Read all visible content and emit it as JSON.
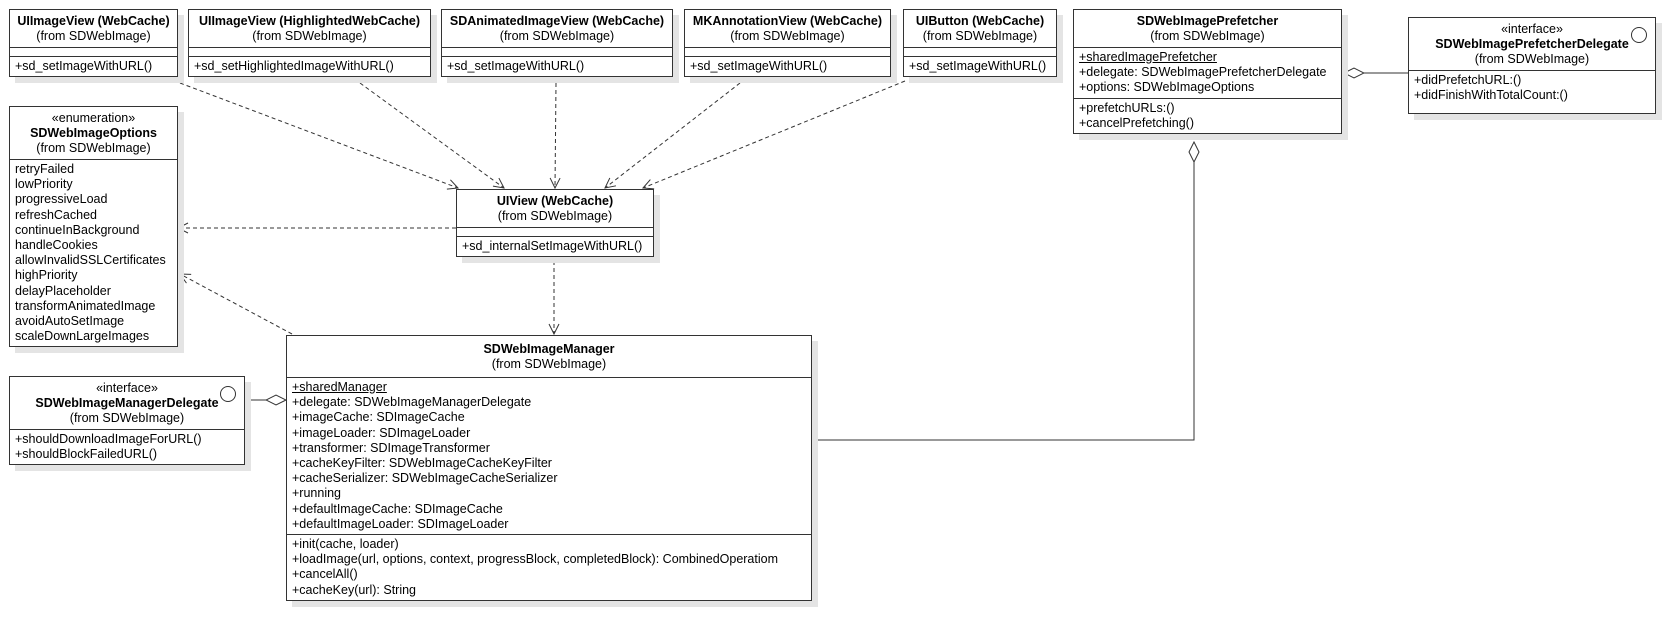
{
  "diagram": {
    "classes": {
      "uiimageview": {
        "name": "UIImageView (WebCache)",
        "from": "(from SDWebImage)",
        "methods": [
          "+sd_setImageWithURL()"
        ]
      },
      "uiimageview_highlighted": {
        "name": "UIImageView (HighlightedWebCache)",
        "from": "(from SDWebImage)",
        "methods": [
          "+sd_setHighlightedImageWithURL()"
        ]
      },
      "sdanimatedimageview": {
        "name": "SDAnimatedImageView (WebCache)",
        "from": "(from SDWebImage)",
        "methods": [
          "+sd_setImageWithURL()"
        ]
      },
      "mkannotationview": {
        "name": "MKAnnotationView (WebCache)",
        "from": "(from SDWebImage)",
        "methods": [
          "+sd_setImageWithURL()"
        ]
      },
      "uibutton": {
        "name": "UIButton (WebCache)",
        "from": "(from SDWebImage)",
        "methods": [
          "+sd_setImageWithURL()"
        ]
      },
      "prefetcher": {
        "name": "SDWebImagePrefetcher",
        "from": "(from SDWebImage)",
        "attributes": [
          "+sharedImagePrefetcher",
          "+delegate: SDWebImagePrefetcherDelegate",
          "+options: SDWebImageOptions"
        ],
        "methods": [
          "+prefetchURLs:()",
          "+cancelPrefetching()"
        ]
      },
      "prefetcher_delegate": {
        "stereotype": "«interface»",
        "name": "SDWebImagePrefetcherDelegate",
        "from": "(from SDWebImage)",
        "methods": [
          "+didPrefetchURL:()",
          "+didFinishWithTotalCount:()"
        ]
      },
      "options": {
        "stereotype": "«enumeration»",
        "name": "SDWebImageOptions",
        "from": "(from SDWebImage)",
        "values": [
          "retryFailed",
          "lowPriority",
          "progressiveLoad",
          "refreshCached",
          "continueInBackground",
          "handleCookies",
          "allowInvalidSSLCertificates",
          "highPriority",
          "delayPlaceholder",
          "transformAnimatedImage",
          "avoidAutoSetImage",
          "scaleDownLargeImages"
        ]
      },
      "uiview": {
        "name": "UIView (WebCache)",
        "from": "(from SDWebImage)",
        "methods": [
          "+sd_internalSetImageWithURL()"
        ]
      },
      "manager": {
        "name": "SDWebImageManager",
        "from": "(from SDWebImage)",
        "attributes": [
          "+sharedManager",
          "+delegate: SDWebImageManagerDelegate",
          "+imageCache: SDImageCache",
          "+imageLoader: SDImageLoader",
          "+transformer: SDImageTransformer",
          "+cacheKeyFilter: SDWebImageCacheKeyFilter",
          "+cacheSerializer: SDWebImageCacheSerializer",
          "+running",
          "+defaultImageCache: SDImageCache",
          "+defaultImageLoader: SDImageLoader"
        ],
        "methods": [
          "+init(cache, loader)",
          "+loadImage(url, options, context, progressBlock, completedBlock): CombinedOperatiom",
          "+cancelAll()",
          "+cacheKey(url): String"
        ]
      },
      "manager_delegate": {
        "stereotype": "«interface»",
        "name": "SDWebImageManagerDelegate",
        "from": "(from SDWebImage)",
        "methods": [
          "+shouldDownloadImageForURL()",
          "+shouldBlockFailedURL()"
        ]
      }
    }
  }
}
